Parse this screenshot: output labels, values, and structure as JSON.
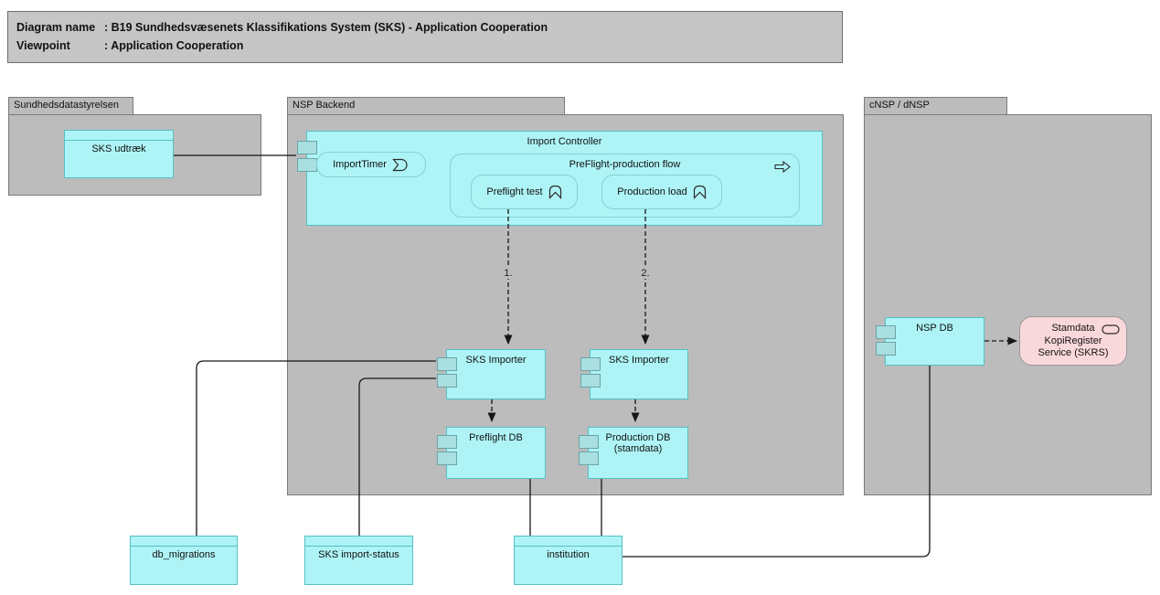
{
  "colors": {
    "gray_fill": "#bcbcbc",
    "gray_border": "#7a7a7a",
    "titlebar_fill": "#c6c6c6",
    "titlebar_border": "#6e6e6e",
    "cyan_fill": "#aef4f6",
    "cyan_border": "#53c0c5",
    "cyan_inner_border": "#84d2d5",
    "port_fill": "#aadfe1",
    "port_border": "#6aa4a8",
    "pink_fill": "#f9d8db",
    "pink_border": "#9d9799",
    "line_color": "#161616",
    "text_color": "#111111"
  },
  "title_bar": {
    "row1_label": "Diagram name",
    "row1_sep": ":",
    "row1_value": "B19 Sundhedsvæsenets Klassifikations System (SKS) - Application Cooperation",
    "row2_label": "Viewpoint",
    "row2_sep": ":",
    "row2_value": "Application Cooperation"
  },
  "groups": {
    "sundhedsdatastyrelsen": {
      "label": "Sundhedsdatastyrelsen"
    },
    "nsp_backend": {
      "label": "NSP Backend"
    },
    "cnsp": {
      "label": "cNSP / dNSP"
    }
  },
  "elements": {
    "sks_udtraek": {
      "label": "SKS udtræk"
    },
    "import_controller": {
      "label": "Import Controller"
    },
    "import_timer": {
      "label": "ImportTimer",
      "icon": "application-event-icon"
    },
    "preflight_production_flow": {
      "label": "PreFlight-production flow",
      "icon": "process-arrow-icon"
    },
    "preflight_test": {
      "label": "Preflight test",
      "icon": "function-chevron-icon"
    },
    "production_load": {
      "label": "Production load",
      "icon": "function-chevron-icon"
    },
    "sks_importer_left": {
      "label": "SKS Importer"
    },
    "sks_importer_right": {
      "label": "SKS Importer"
    },
    "preflight_db": {
      "label": "Preflight DB"
    },
    "production_db": {
      "label_line1": "Production DB",
      "label_line2": "(stamdata)"
    },
    "nsp_db": {
      "label": "NSP DB"
    },
    "skrs": {
      "label_line1": "Stamdata",
      "label_line2": "KopiRegister",
      "label_line3": "Service (SKRS)",
      "icon": "service-oval-icon"
    },
    "db_migrations": {
      "label": "db_migrations"
    },
    "sks_import_status": {
      "label": "SKS import-status"
    },
    "institution": {
      "label": "institution"
    }
  },
  "connections": {
    "flow1_label": "1.",
    "flow2_label": "2."
  }
}
